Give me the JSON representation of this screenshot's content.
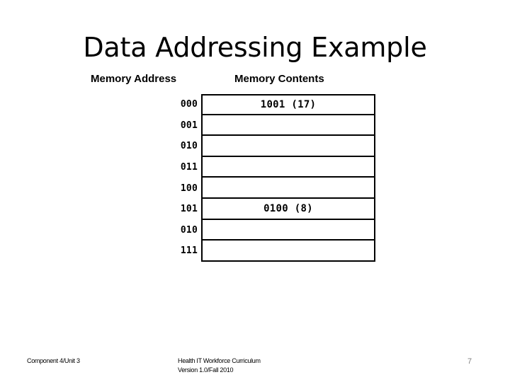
{
  "slide": {
    "title": "Data Addressing Example",
    "headers": {
      "address_column": "Memory Address",
      "contents_column": "Memory Contents"
    },
    "memory_table": {
      "rows": [
        {
          "address": "000",
          "contents": "1001  (17)"
        },
        {
          "address": "001",
          "contents": ""
        },
        {
          "address": "010",
          "contents": ""
        },
        {
          "address": "011",
          "contents": ""
        },
        {
          "address": "100",
          "contents": ""
        },
        {
          "address": "101",
          "contents": "0100  (8)"
        },
        {
          "address": "010",
          "contents": ""
        },
        {
          "address": "111",
          "contents": ""
        }
      ]
    },
    "footer": {
      "left": "Component 4/Unit 3",
      "center_line1": "Health IT Workforce Curriculum",
      "center_line2": "Version 1.0/Fall 2010",
      "page_number": "7"
    },
    "colors": {
      "background": "#ffffff",
      "text": "#000000",
      "border": "#000000",
      "page_number": "#808080"
    }
  }
}
